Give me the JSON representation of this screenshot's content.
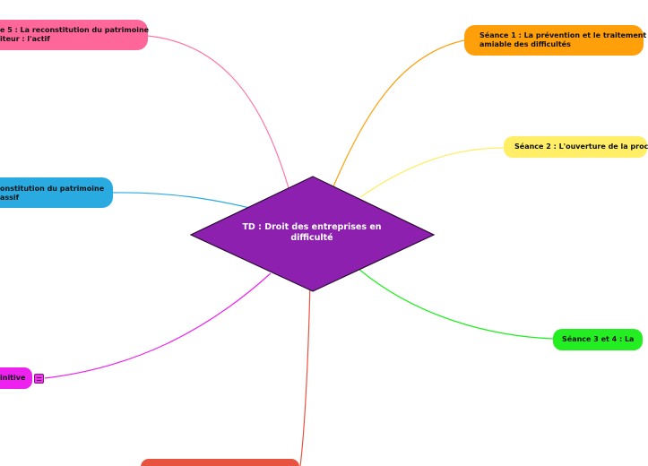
{
  "center": {
    "title": "TD : Droit des entreprises en difficulté",
    "color": "#8e20b0"
  },
  "nodes": {
    "seance5_actif": {
      "line1": "e 5 : La reconstitution du patrimoine",
      "line2": "iteur : l'actif",
      "color": "#ff6699"
    },
    "passif": {
      "line1": "onstitution du patrimoine",
      "line2": "assif",
      "color": "#29abe2"
    },
    "definitive": {
      "line1": "initive",
      "color": "#ee22ee"
    },
    "bottom": {
      "color": "#e8533f"
    },
    "seance1": {
      "line1": "Séance 1 : La prévention et le traitement",
      "line2": "amiable des difficultés",
      "color": "#ff9f0a"
    },
    "seance2": {
      "line1": "Séance 2 : L'ouverture de la proc",
      "color": "#ffee66"
    },
    "seance34": {
      "line1": "Séance 3 et 4 : La",
      "color": "#22ee22"
    }
  },
  "icons": {
    "collapse_toggle": "collapse-toggle-icon"
  }
}
